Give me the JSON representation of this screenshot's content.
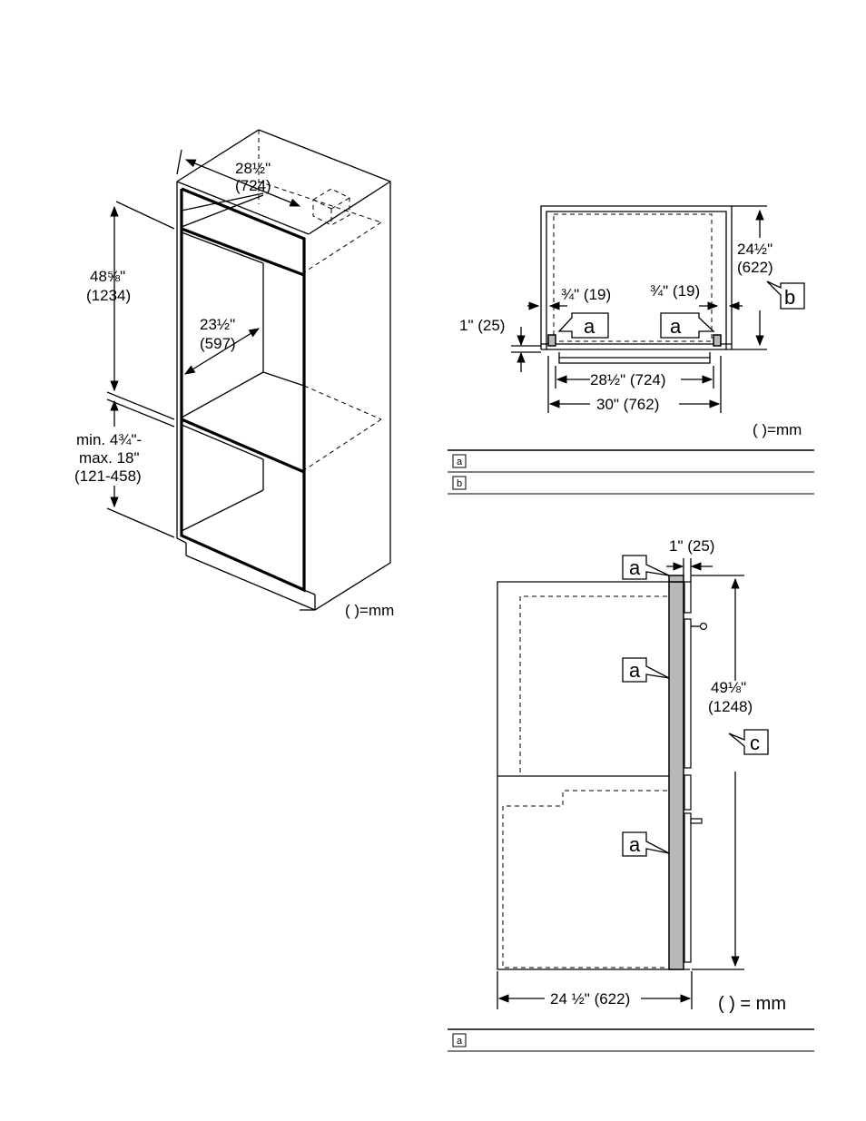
{
  "cabinet": {
    "width_top": "28½\"",
    "width_top_mm": "(724)",
    "height_upper": "48⅝\"",
    "height_upper_mm": "(1234)",
    "depth_inner": "23½\"",
    "depth_inner_mm": "(597)",
    "bottom_min": "min. 4¾\"-",
    "bottom_max": "max. 18\"",
    "bottom_mm": "(121-458)",
    "unit_note": "( )=mm"
  },
  "top_view": {
    "depth": "24½\"",
    "depth_mm": "(622)",
    "left_gap": "¾\" (19)",
    "right_gap": "¾\" (19)",
    "front_offset": "1\" (25)",
    "inner_width": "28½\" (724)",
    "outer_width": "30\" (762)",
    "unit_note": "( )=mm",
    "callout_a": "a",
    "callout_b": "b"
  },
  "legend_top": [
    {
      "key": "a",
      "text": ""
    },
    {
      "key": "b",
      "text": ""
    }
  ],
  "side_view": {
    "front_offset": "1\" (25)",
    "height": "49⅛\"",
    "height_mm": "(1248)",
    "depth": "24 ½\" (622)",
    "unit_note": "( ) = mm",
    "callout_a": "a",
    "callout_c": "c"
  },
  "legend_bottom": [
    {
      "key": "a",
      "text": ""
    }
  ]
}
